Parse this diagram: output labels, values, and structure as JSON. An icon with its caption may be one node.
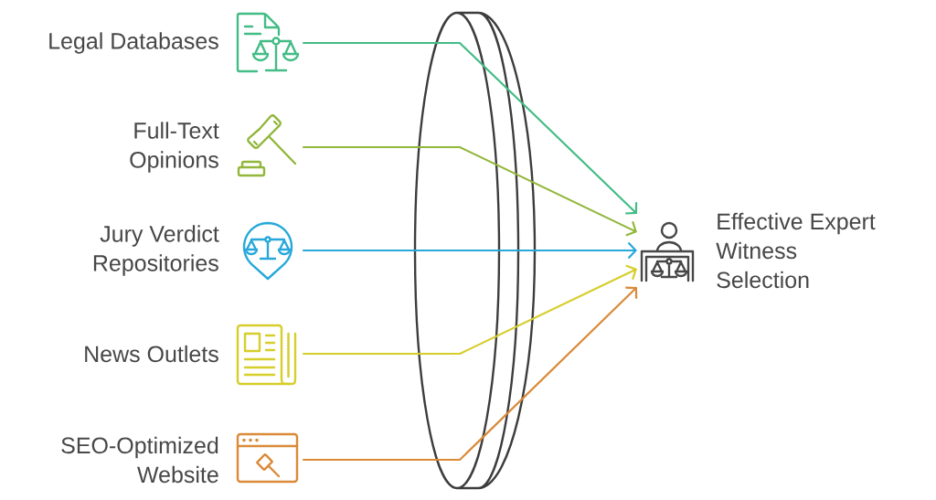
{
  "diagram": {
    "nodes": [
      {
        "text": [
          "Legal Databases"
        ]
      },
      {
        "text": [
          "Full-Text Opinions"
        ]
      },
      {
        "text": [
          "Jury Verdict Repositories"
        ]
      },
      {
        "text": [
          "News Outlets"
        ]
      },
      {
        "text": [
          "SEO-Optimized Website"
        ]
      },
      {
        "text": [
          "Effective Expert Witness Selection"
        ]
      }
    ],
    "edges": [
      {
        "from": 0,
        "to": 5,
        "arrow": "to",
        "color": "#43bc86"
      },
      {
        "from": 1,
        "to": 5,
        "arrow": "to",
        "color": "#92b73b"
      },
      {
        "from": 2,
        "to": 5,
        "arrow": "to",
        "color": "#28a8da"
      },
      {
        "from": 3,
        "to": 5,
        "arrow": "to",
        "color": "#d6ce2b"
      },
      {
        "from": 4,
        "to": 5,
        "arrow": "to",
        "color": "#da8a38"
      }
    ]
  }
}
